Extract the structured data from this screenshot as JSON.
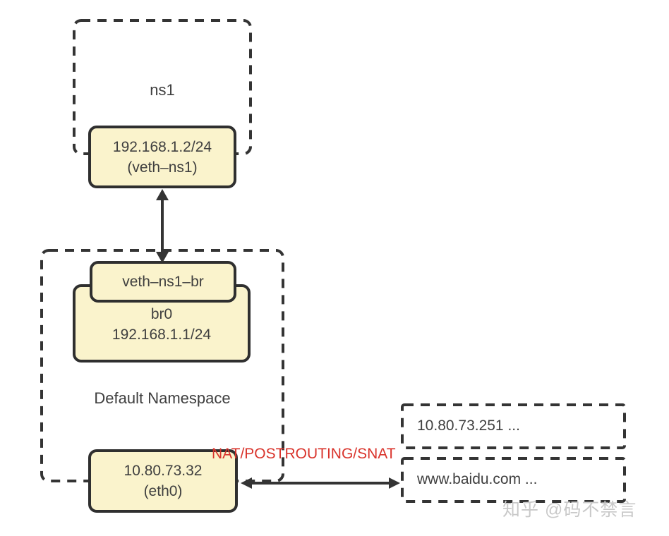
{
  "colors": {
    "stroke": "#343434",
    "node_fill": "#FAF3CC",
    "node_border": "#2F2F2F",
    "text": "#3F3F3F",
    "nat_red": "#D9332B",
    "watermark": "#C9C9C9",
    "background": "#FFFFFF"
  },
  "ns1": {
    "label": "ns1",
    "veth_box": {
      "ip": "192.168.1.2/24",
      "iface": "(veth–ns1)"
    }
  },
  "default_ns": {
    "label": "Default Namespace",
    "veth_br_box": {
      "iface": "veth–ns1–br"
    },
    "br0_box": {
      "name": "br0",
      "ip": "192.168.1.1/24"
    },
    "eth0_box": {
      "ip": "10.80.73.32",
      "iface": "(eth0)"
    }
  },
  "nat_label": "NAT/POSTROUTING/SNAT",
  "external": {
    "gateway_box": {
      "label": "10.80.73.251 ..."
    },
    "website_box": {
      "label": "www.baidu.com ..."
    }
  },
  "watermark_text": "知乎 @码不禁言"
}
